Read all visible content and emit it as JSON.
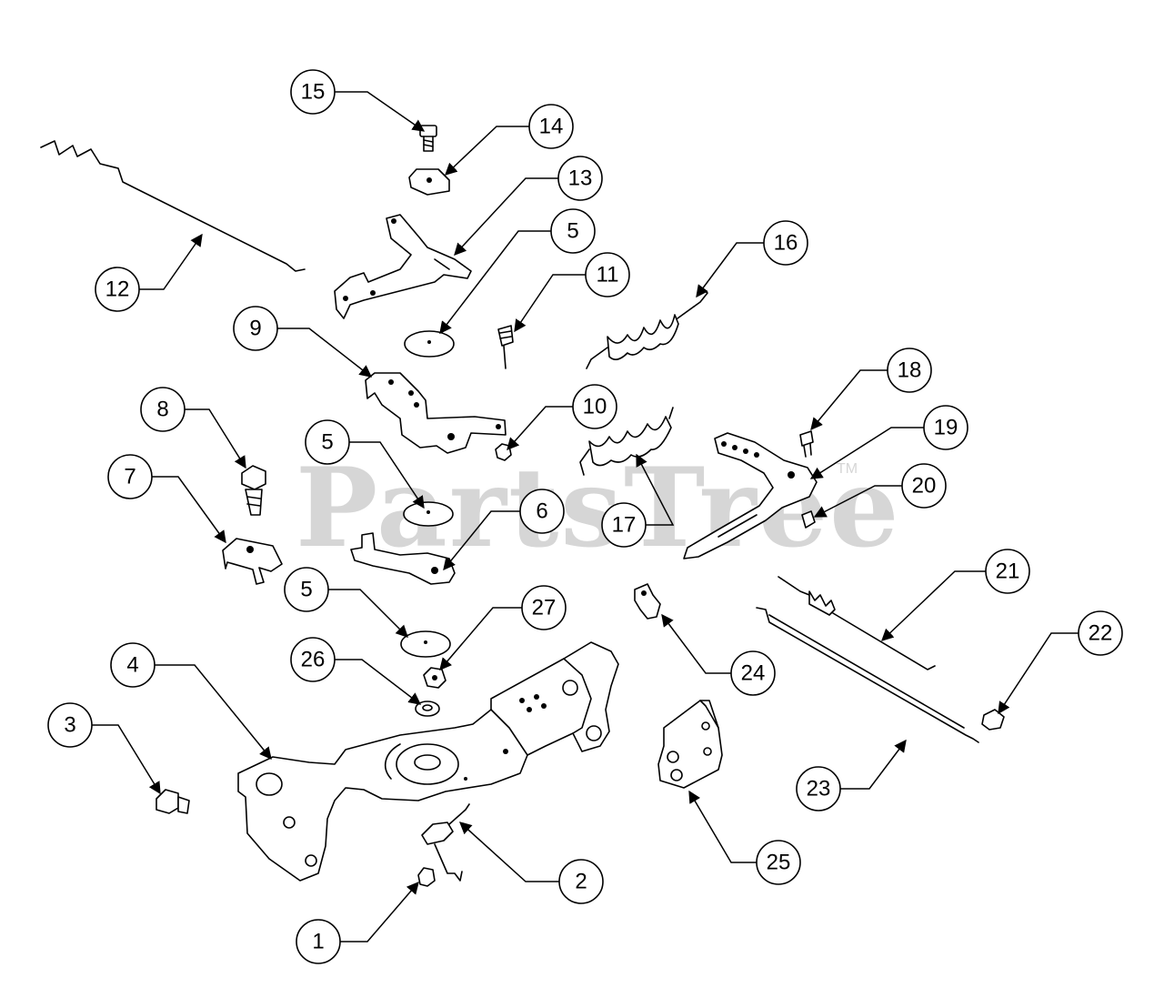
{
  "watermark": {
    "text": "PartsTree",
    "trademark": "TM"
  },
  "callouts": [
    {
      "label": "15"
    },
    {
      "label": "14"
    },
    {
      "label": "13"
    },
    {
      "label": "12"
    },
    {
      "label": "5"
    },
    {
      "label": "11"
    },
    {
      "label": "16"
    },
    {
      "label": "9"
    },
    {
      "label": "10"
    },
    {
      "label": "8"
    },
    {
      "label": "5"
    },
    {
      "label": "17"
    },
    {
      "label": "18"
    },
    {
      "label": "19"
    },
    {
      "label": "7"
    },
    {
      "label": "20"
    },
    {
      "label": "6"
    },
    {
      "label": "21"
    },
    {
      "label": "5"
    },
    {
      "label": "27"
    },
    {
      "label": "24"
    },
    {
      "label": "22"
    },
    {
      "label": "4"
    },
    {
      "label": "26"
    },
    {
      "label": "3"
    },
    {
      "label": "23"
    },
    {
      "label": "25"
    },
    {
      "label": "2"
    },
    {
      "label": "1"
    }
  ]
}
